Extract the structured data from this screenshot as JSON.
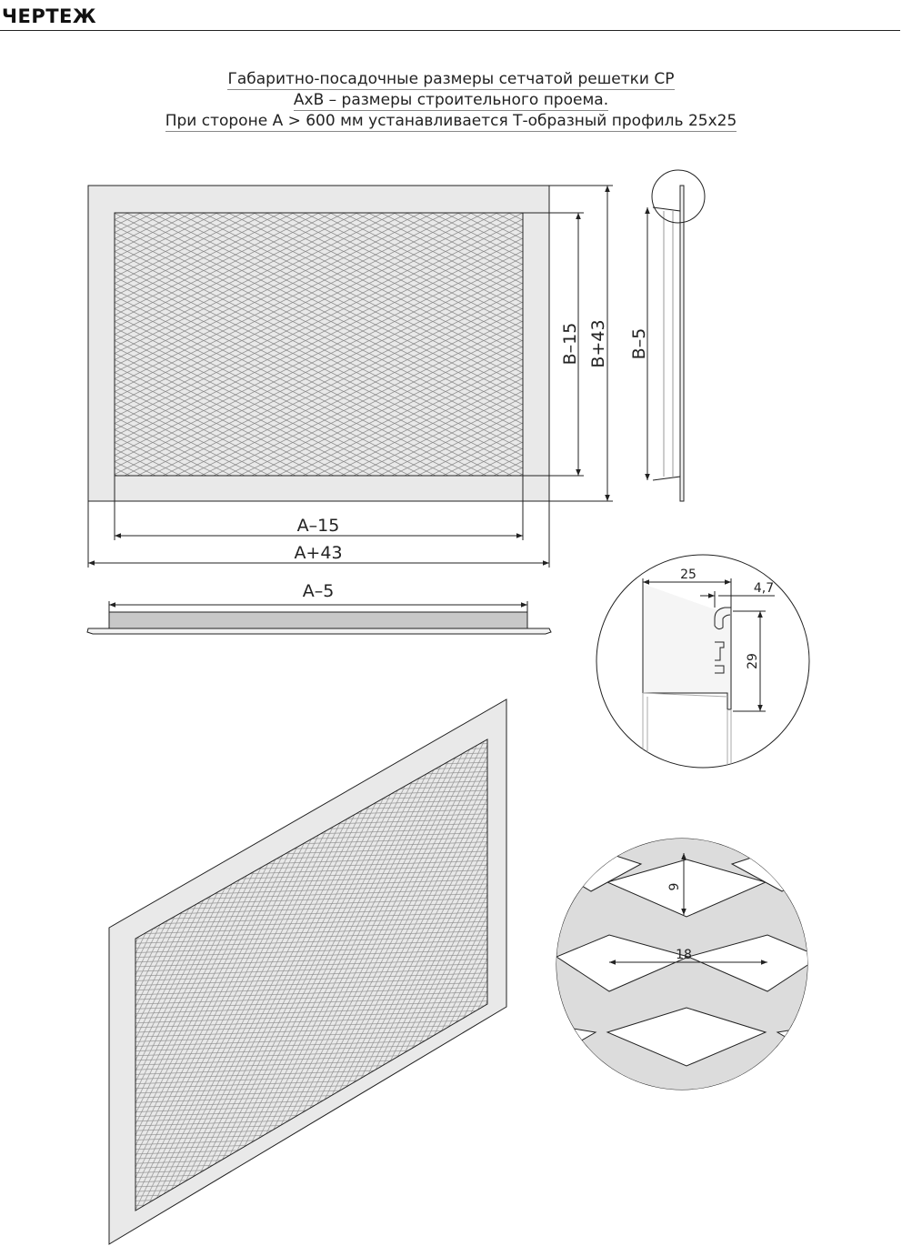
{
  "header": {
    "title": "ЧЕРТЕЖ"
  },
  "caption": {
    "line1": "Габаритно-посадочные размеры сетчатой решетки СР",
    "line2": "АхВ – размеры строительного проема.",
    "line3": "При стороне А > 600 мм устанавливается Т-образный профиль 25х25"
  },
  "dimensions": {
    "a_minus_15": "A–15",
    "a_plus_43": "A+43",
    "a_minus_5": "A–5",
    "b_minus_15": "B–15",
    "b_plus_43": "B+43",
    "b_minus_5": "B–5",
    "profile_width": "25",
    "profile_lip": "4,7",
    "profile_height": "29",
    "mesh_height": "9",
    "mesh_width": "18"
  },
  "colors": {
    "frame_fill": "#e9e9e9",
    "line": "#222222",
    "mesh": "#8a8a8a"
  }
}
